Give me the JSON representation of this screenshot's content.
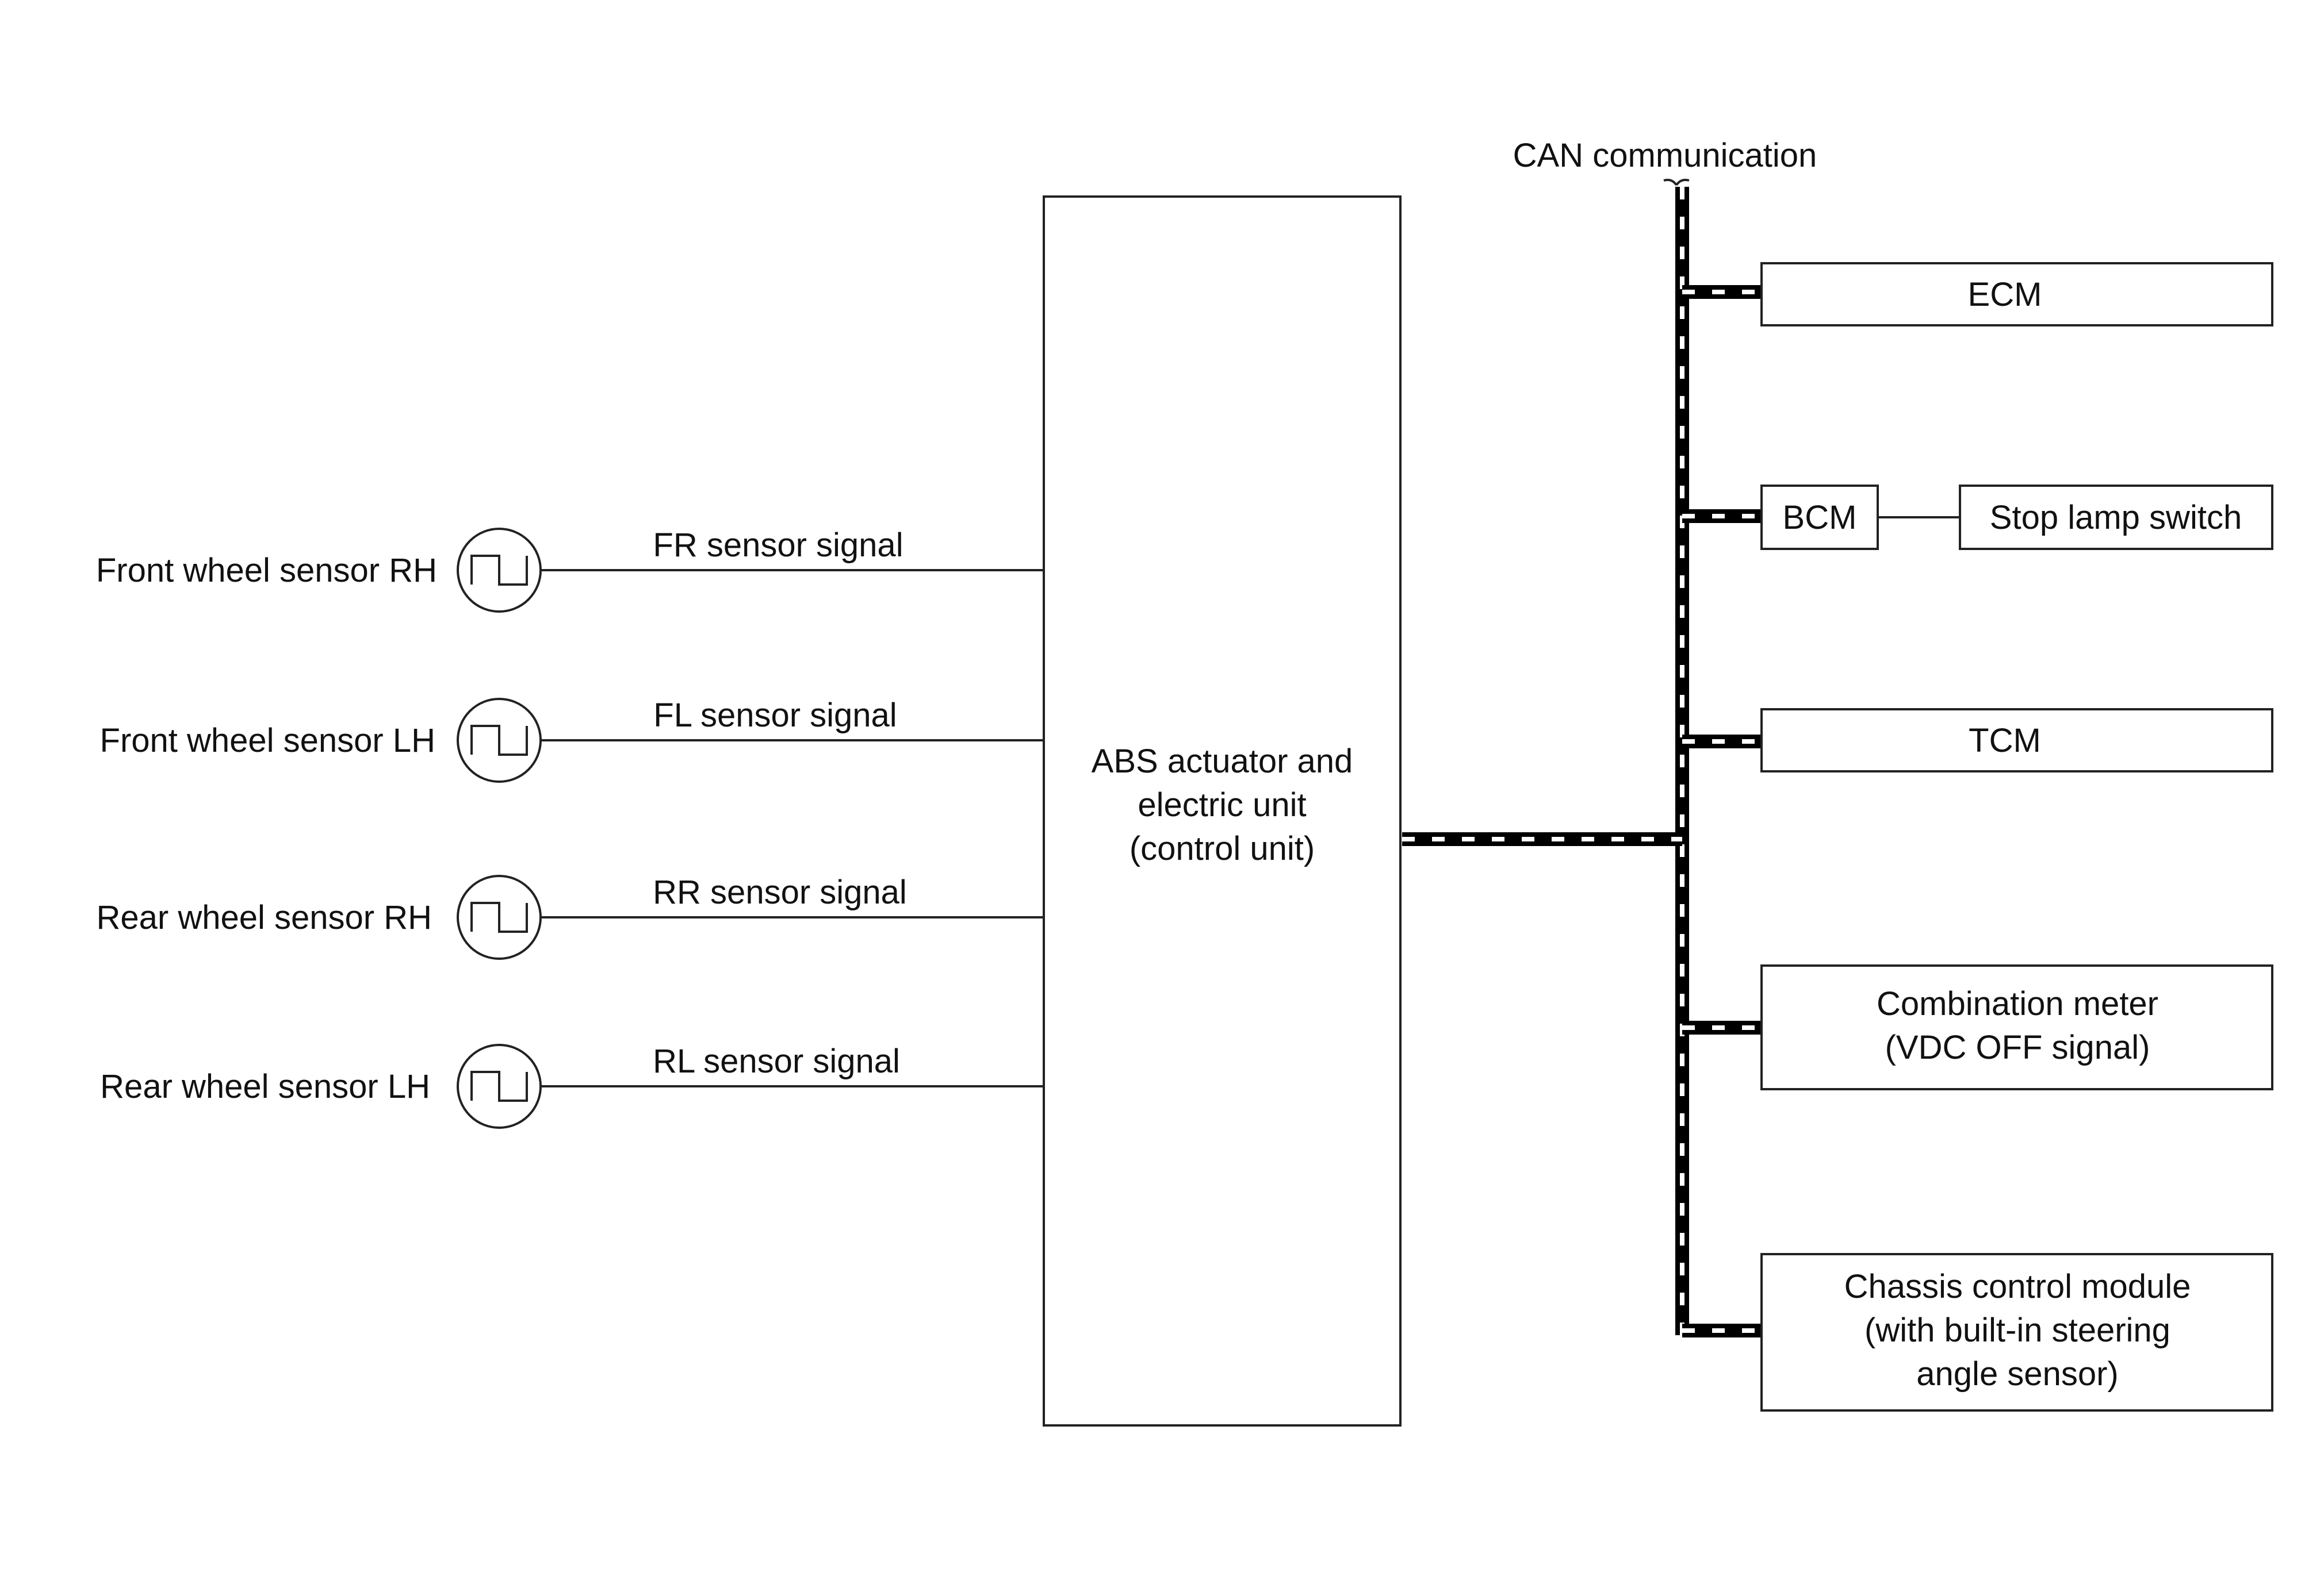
{
  "can_label": "CAN communication",
  "control_unit": {
    "lines": [
      "ABS actuator and",
      "electric unit",
      "(control unit)"
    ]
  },
  "sensors": [
    {
      "label": "Front wheel sensor RH",
      "signal": "FR sensor signal"
    },
    {
      "label": "Front wheel sensor LH",
      "signal": "FL sensor signal"
    },
    {
      "label": "Rear wheel sensor RH",
      "signal": "RR sensor signal"
    },
    {
      "label": "Rear wheel sensor LH",
      "signal": "RL sensor signal"
    }
  ],
  "modules": {
    "ecm": {
      "lines": [
        "ECM"
      ]
    },
    "bcm": {
      "lines": [
        "BCM"
      ]
    },
    "stop_lamp": {
      "lines": [
        "Stop lamp switch"
      ]
    },
    "tcm": {
      "lines": [
        "TCM"
      ]
    },
    "combination_meter": {
      "lines": [
        "Combination meter",
        "(VDC OFF signal)"
      ]
    },
    "chassis": {
      "lines": [
        "Chassis control module",
        "(with built-in steering",
        "angle sensor)"
      ]
    }
  }
}
